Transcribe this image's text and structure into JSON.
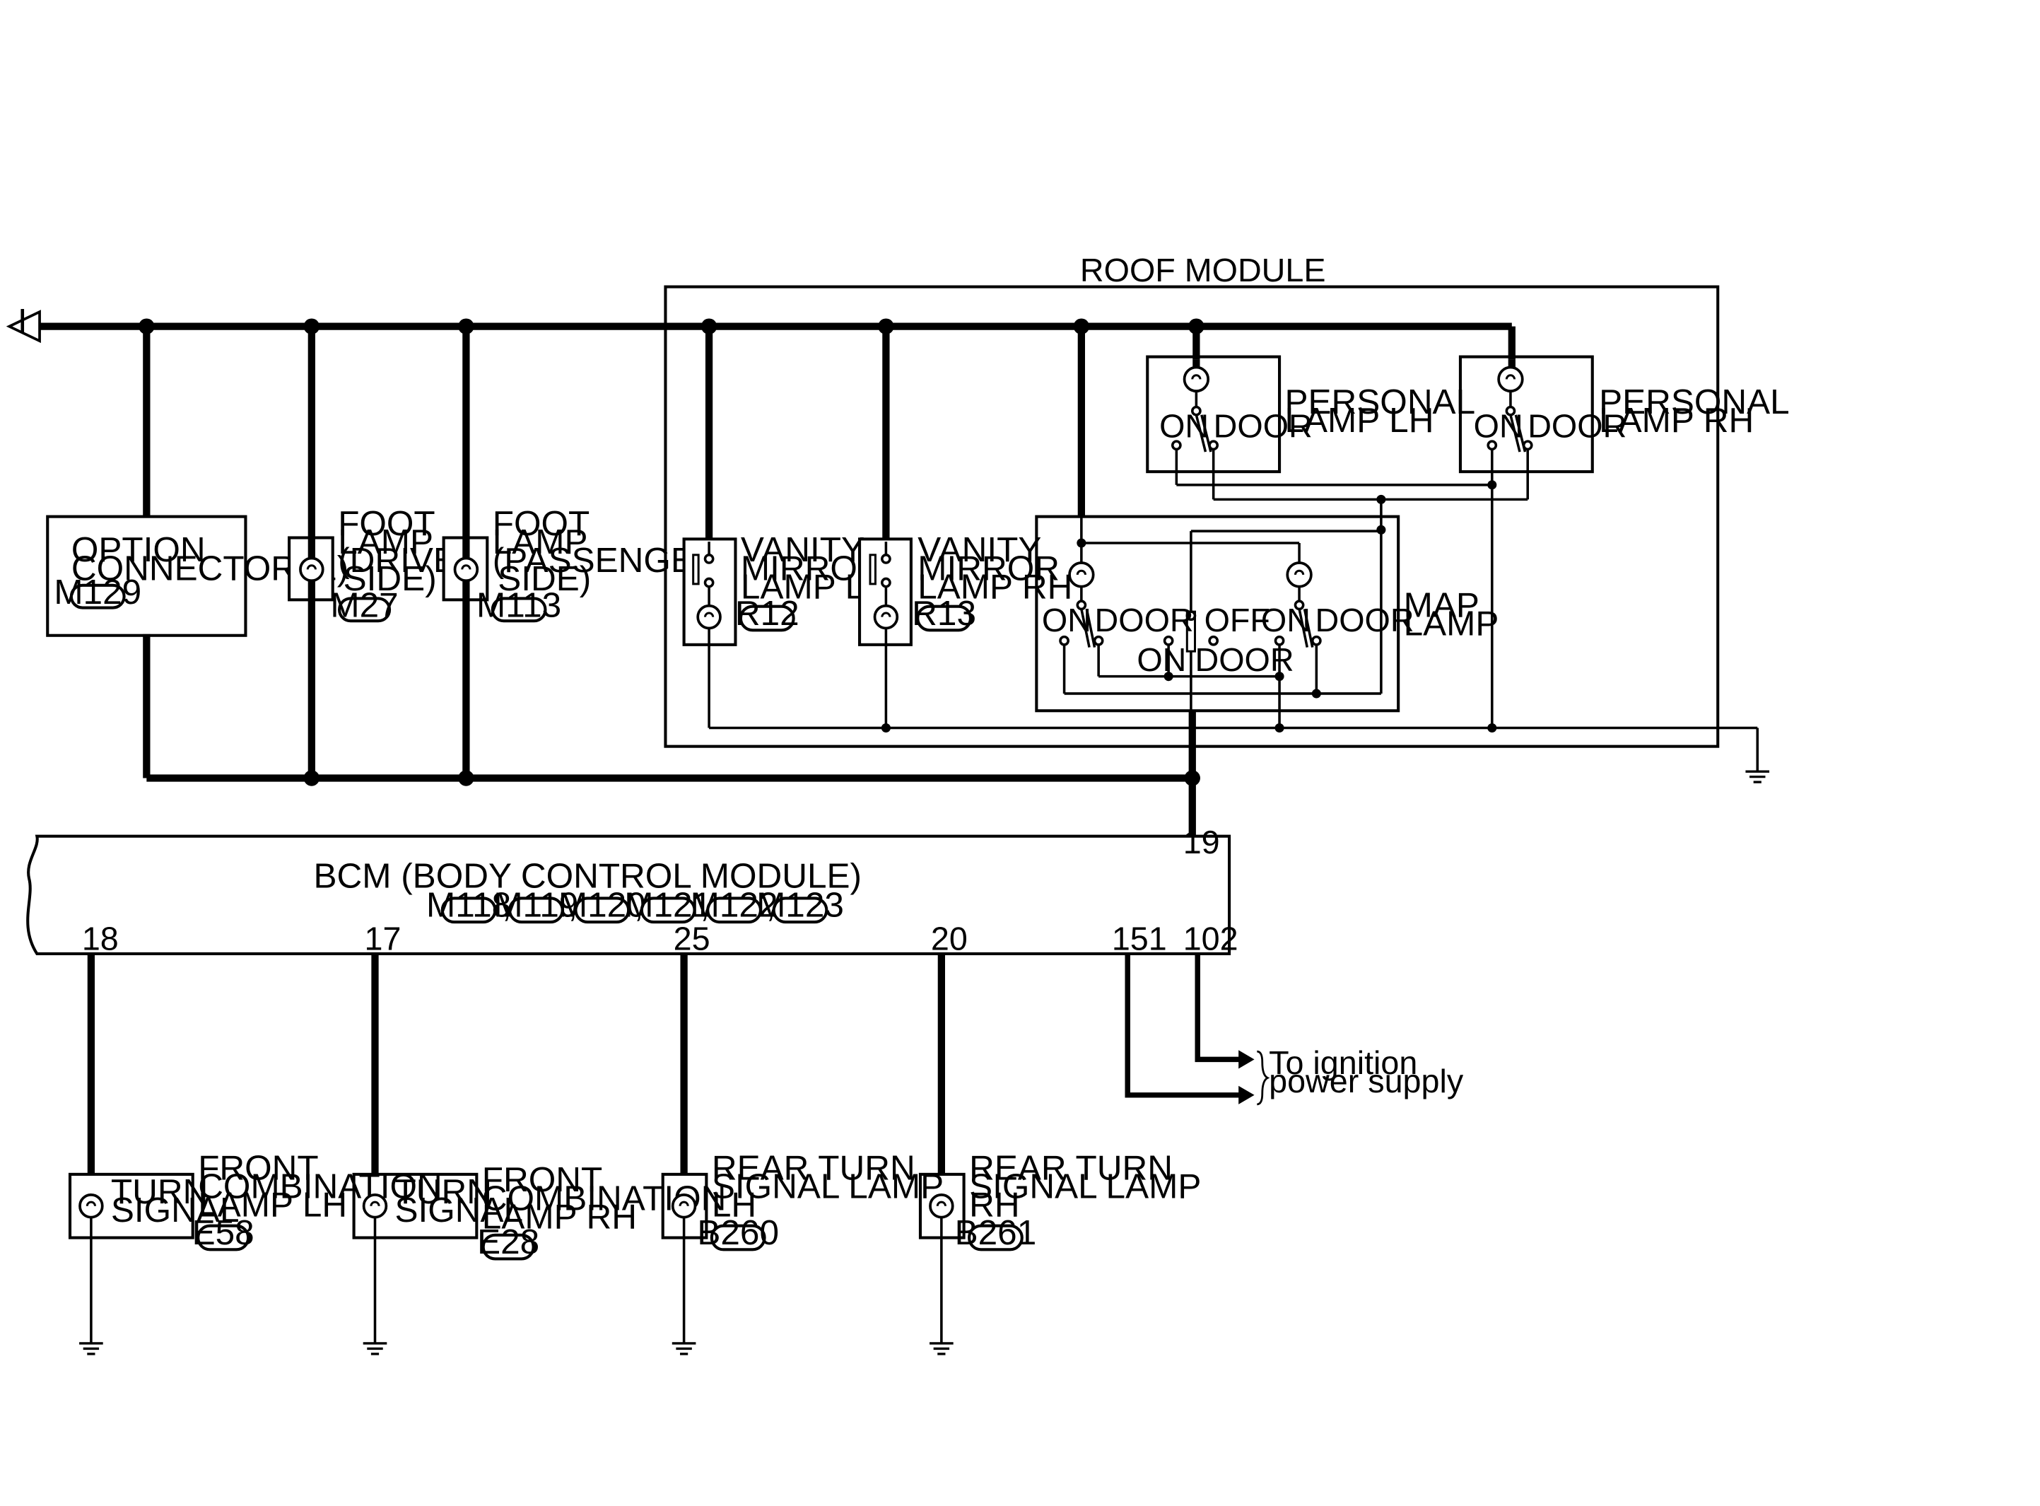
{
  "diagram": {
    "connector_ref": "I",
    "roof_module": "ROOF MODULE",
    "option_connector": {
      "line1": "OPTION",
      "line2": "CONNECTOR (1)",
      "code": "M129"
    },
    "foot_lamp_driver": {
      "line1": "FOOT",
      "line2": "LAMP",
      "line3": "(DRIVER",
      "line4": "SIDE)",
      "code": "M27"
    },
    "foot_lamp_passenger": {
      "line1": "FOOT",
      "line2": "LAMP",
      "line3": "(PASSENGER",
      "line4": "SIDE)",
      "code": "M113"
    },
    "vanity_lh": {
      "line1": "VANITY",
      "line2": "MIRROR",
      "line3": "LAMP LH",
      "code": "R12"
    },
    "vanity_rh": {
      "line1": "VANITY",
      "line2": "MIRROR",
      "line3": "LAMP RH",
      "code": "R13"
    },
    "personal_lh": {
      "line1": "PERSONAL",
      "line2": "LAMP LH",
      "on": "ON",
      "door": "DOOR"
    },
    "personal_rh": {
      "line1": "PERSONAL",
      "line2": "LAMP RH",
      "on": "ON",
      "door": "DOOR"
    },
    "map_lamp": {
      "line1": "MAP",
      "line2": "LAMP",
      "on_left": "ON",
      "door_left": "DOOR",
      "off": "OFF",
      "on_right": "ON",
      "door_right": "DOOR",
      "on_center": "ON",
      "door_center": "DOOR"
    },
    "bcm": {
      "title": "BCM (BODY CONTROL MODULE)",
      "connectors": [
        "M118",
        "M119",
        "M120",
        "M121",
        "M122",
        "M123"
      ],
      "pins": {
        "top": "19",
        "p18": "18",
        "p17": "17",
        "p25": "25",
        "p20": "20",
        "p151": "151",
        "p102": "102"
      }
    },
    "ignition": {
      "line1": "To ignition",
      "line2": "power supply"
    },
    "front_lh": {
      "inner1": "TURN",
      "inner2": "SIGNAL",
      "line1": "FRONT",
      "line2": "COMBINATION",
      "line3": "LAMP LH",
      "code": "E58"
    },
    "front_rh": {
      "inner1": "TURN",
      "inner2": "SIGNAL",
      "line1": "FRONT",
      "line2": "COMBINATION",
      "line3": "LAMP RH",
      "code": "E28"
    },
    "rear_lh": {
      "line1": "REAR TURN",
      "line2": "SIGNAL LAMP",
      "line3": "LH",
      "code": "B260"
    },
    "rear_rh": {
      "line1": "REAR TURN",
      "line2": "SIGNAL LAMP",
      "line3": "RH",
      "code": "B261"
    }
  }
}
